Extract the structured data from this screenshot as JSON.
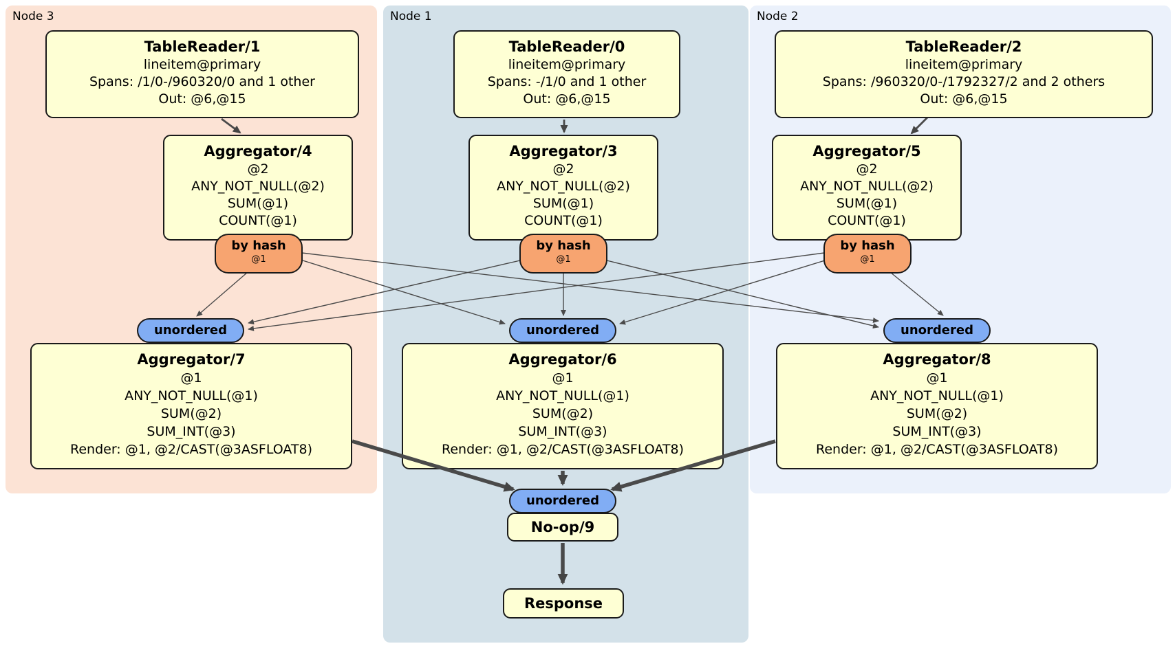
{
  "regions": {
    "node3": {
      "label": "Node 3"
    },
    "node1": {
      "label": "Node 1"
    },
    "node2": {
      "label": "Node 2"
    }
  },
  "colors": {
    "node3_bg": "#fce3d5",
    "node1_bg": "#d3e1e9",
    "node2_bg": "#ebf1fb",
    "box_bg": "#feffd4",
    "hash_bg": "#f7a470",
    "stream_bg": "#81adf4",
    "box_border": "#1a1a1a",
    "edge_color": "#4a4a4a"
  },
  "proc": {
    "tr1": {
      "title": "TableReader/1",
      "lines": [
        "lineitem@primary",
        "Spans: /1/0-/960320/0 and 1 other",
        "Out: @6,@15"
      ]
    },
    "tr0": {
      "title": "TableReader/0",
      "lines": [
        "lineitem@primary",
        "Spans: -/1/0 and 1 other",
        "Out: @6,@15"
      ]
    },
    "tr2": {
      "title": "TableReader/2",
      "lines": [
        "lineitem@primary",
        "Spans: /960320/0-/1792327/2 and 2 others",
        "Out: @6,@15"
      ]
    },
    "agg4": {
      "title": "Aggregator/4",
      "lines": [
        "@2",
        "ANY_NOT_NULL(@2)",
        "SUM(@1)",
        "COUNT(@1)"
      ]
    },
    "agg3": {
      "title": "Aggregator/3",
      "lines": [
        "@2",
        "ANY_NOT_NULL(@2)",
        "SUM(@1)",
        "COUNT(@1)"
      ]
    },
    "agg5": {
      "title": "Aggregator/5",
      "lines": [
        "@2",
        "ANY_NOT_NULL(@2)",
        "SUM(@1)",
        "COUNT(@1)"
      ]
    },
    "agg7": {
      "title": "Aggregator/7",
      "lines": [
        "@1",
        "ANY_NOT_NULL(@1)",
        "SUM(@2)",
        "SUM_INT(@3)",
        "Render: @1, @2/CAST(@3ASFLOAT8)"
      ]
    },
    "agg6": {
      "title": "Aggregator/6",
      "lines": [
        "@1",
        "ANY_NOT_NULL(@1)",
        "SUM(@2)",
        "SUM_INT(@3)",
        "Render: @1, @2/CAST(@3ASFLOAT8)"
      ]
    },
    "agg8": {
      "title": "Aggregator/8",
      "lines": [
        "@1",
        "ANY_NOT_NULL(@1)",
        "SUM(@2)",
        "SUM_INT(@3)",
        "Render: @1, @2/CAST(@3ASFLOAT8)"
      ]
    },
    "noop": {
      "title": "No-op/9"
    },
    "response": {
      "title": "Response"
    }
  },
  "router": {
    "label": "by hash",
    "detail": "@1"
  },
  "stream": {
    "label": "unordered"
  }
}
